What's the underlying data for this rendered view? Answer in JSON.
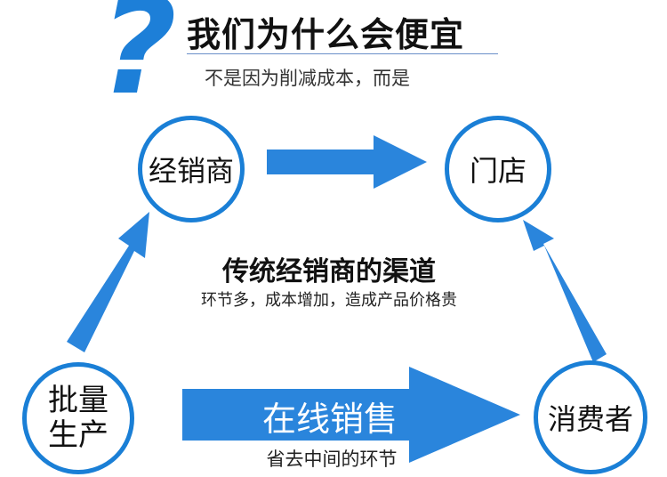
{
  "header": {
    "title": "我们为什么会便宜",
    "subtitle": "不是因为削减成本，而是",
    "mark": "?"
  },
  "nodes": {
    "distributor": "经销商",
    "store": "门店",
    "factory": "批量生产",
    "factory_line1": "批量",
    "factory_line2": "生产",
    "consumer": "消费者"
  },
  "traditional": {
    "title": "传统经销商的渠道",
    "subtitle": "环节多，成本增加，造成产品价格贵"
  },
  "online": {
    "label": "在线销售",
    "subtitle": "省去中间的环节"
  },
  "colors": {
    "accent": "#1a7fd6",
    "arrow_fill": "#2a85dc",
    "text": "#111111"
  }
}
